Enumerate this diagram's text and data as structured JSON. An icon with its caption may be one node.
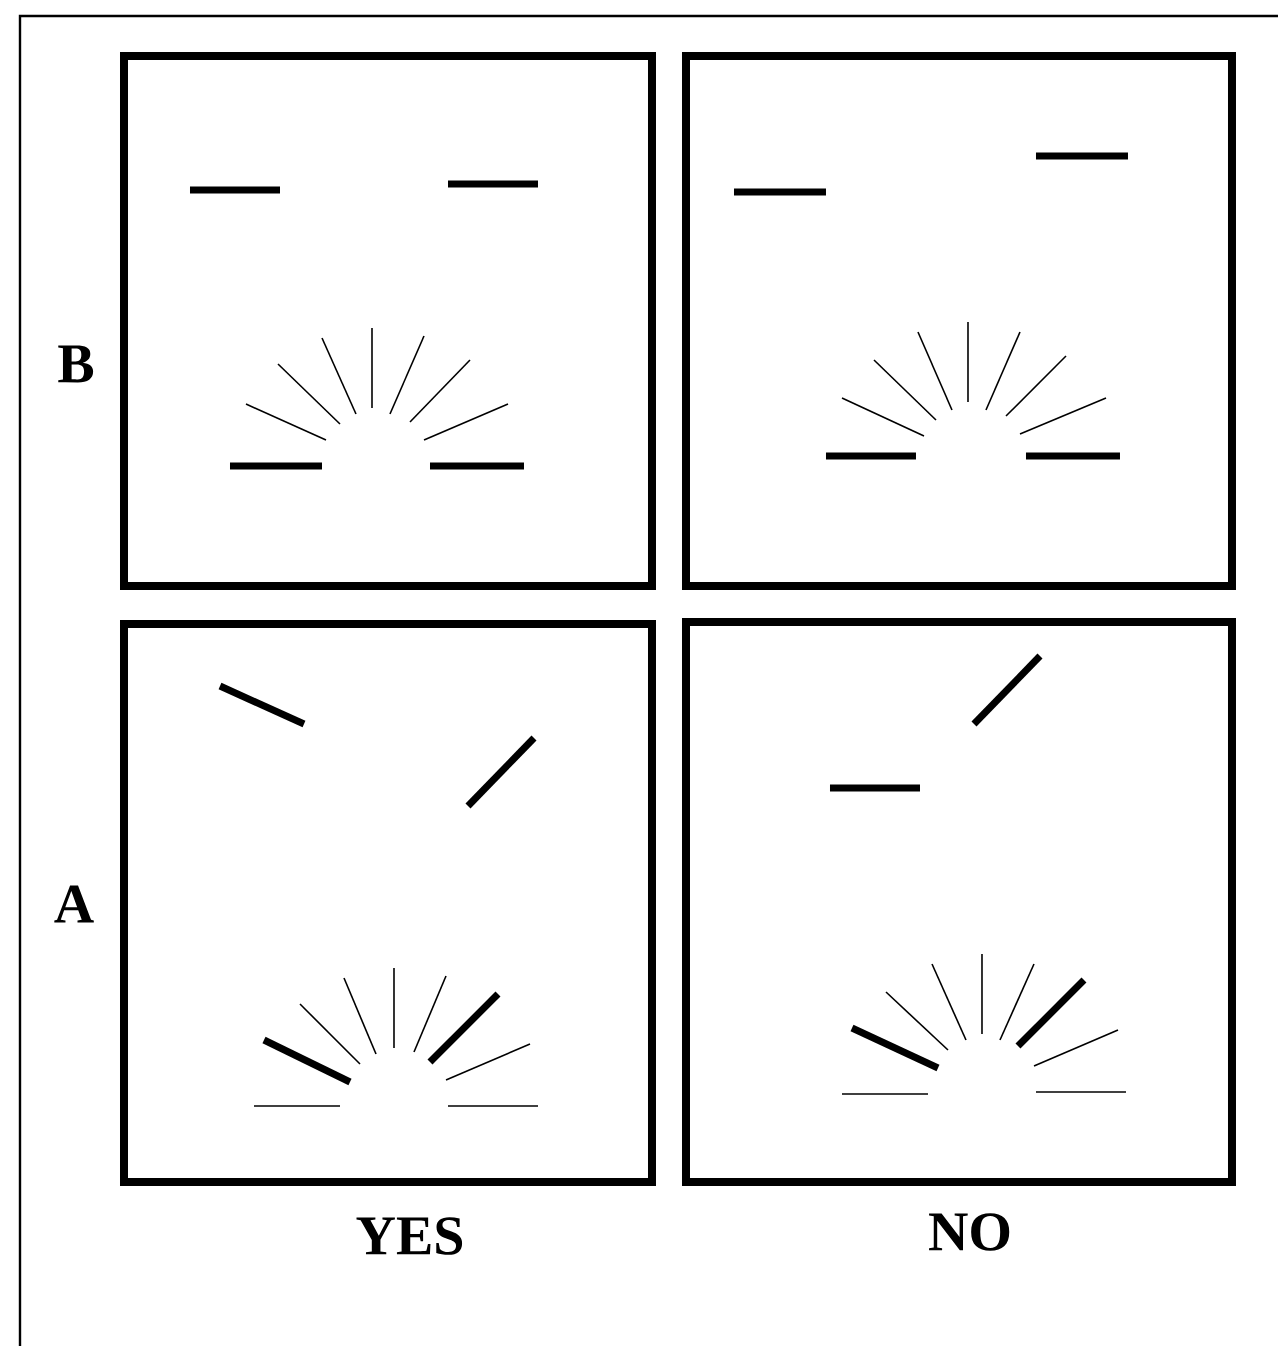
{
  "diagram": {
    "labels": [
      "B",
      "A",
      "YES",
      "NO"
    ]
  }
}
